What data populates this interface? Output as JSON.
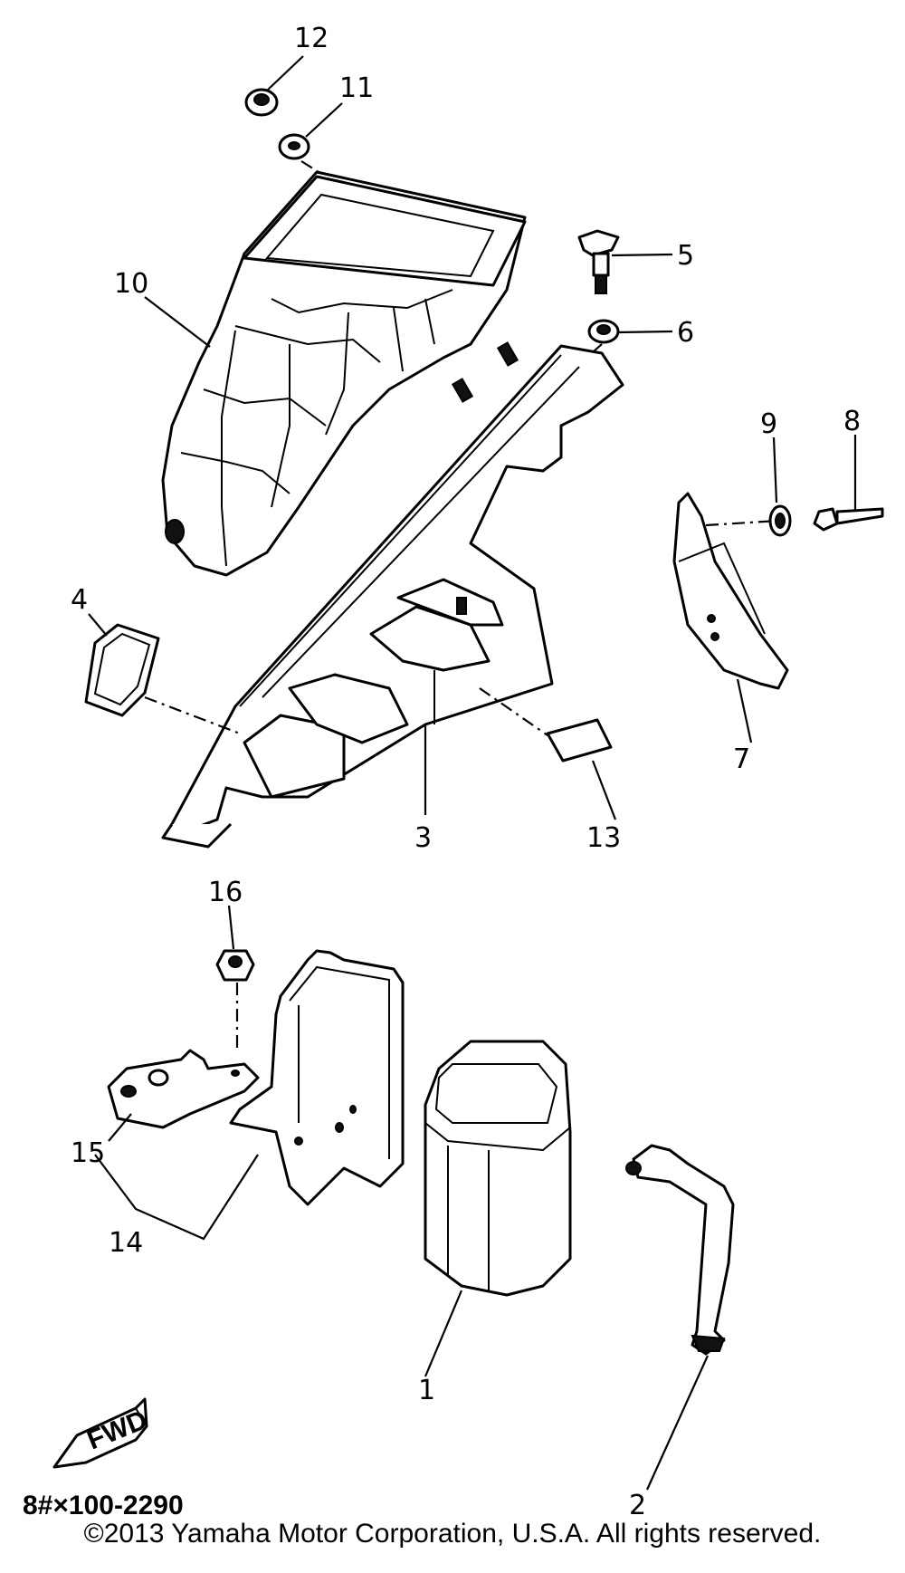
{
  "callouts": {
    "c1": "1",
    "c2": "2",
    "c3": "3",
    "c4": "4",
    "c5": "5",
    "c6": "6",
    "c7": "7",
    "c8": "8",
    "c9": "9",
    "c10": "10",
    "c11": "11",
    "c12": "12",
    "c13": "13",
    "c14": "14",
    "c15": "15",
    "c16": "16"
  },
  "diagram_code": "8#×100-2290",
  "fwd_label": "FWD",
  "copyright": "©2013 Yamaha Motor Corporation, U.S.A. All rights reserved."
}
